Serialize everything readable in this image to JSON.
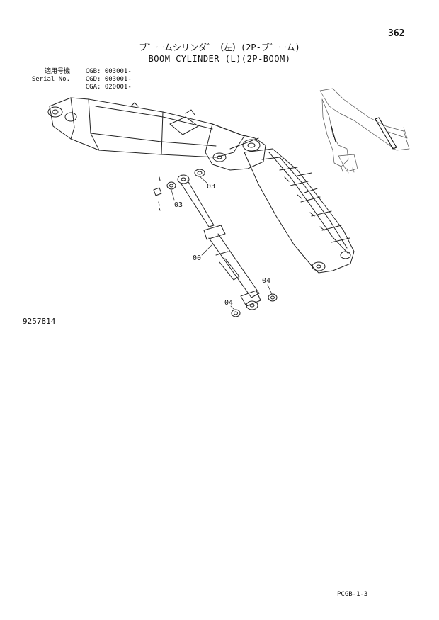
{
  "page_number": "362",
  "title": {
    "japanese": "ブ゛ームシリンダ゛（左）(2P-ブ゛ーム)",
    "english": "BOOM CYLINDER (L)(2P-BOOM)"
  },
  "serial_numbers": {
    "rows": [
      {
        "label": "適用号機",
        "model": "CGB:",
        "number": "003001-"
      },
      {
        "label": "Serial No.",
        "model": "CGD:",
        "number": "003001-"
      },
      {
        "label": "",
        "model": "CGA:",
        "number": "020001-"
      }
    ]
  },
  "callouts": {
    "c03a": "03",
    "c03b": "03",
    "c00": "00",
    "c04a": "04",
    "c04b": "04"
  },
  "drawing_number": "9257814",
  "sheet_code": "PCGB-1-3"
}
